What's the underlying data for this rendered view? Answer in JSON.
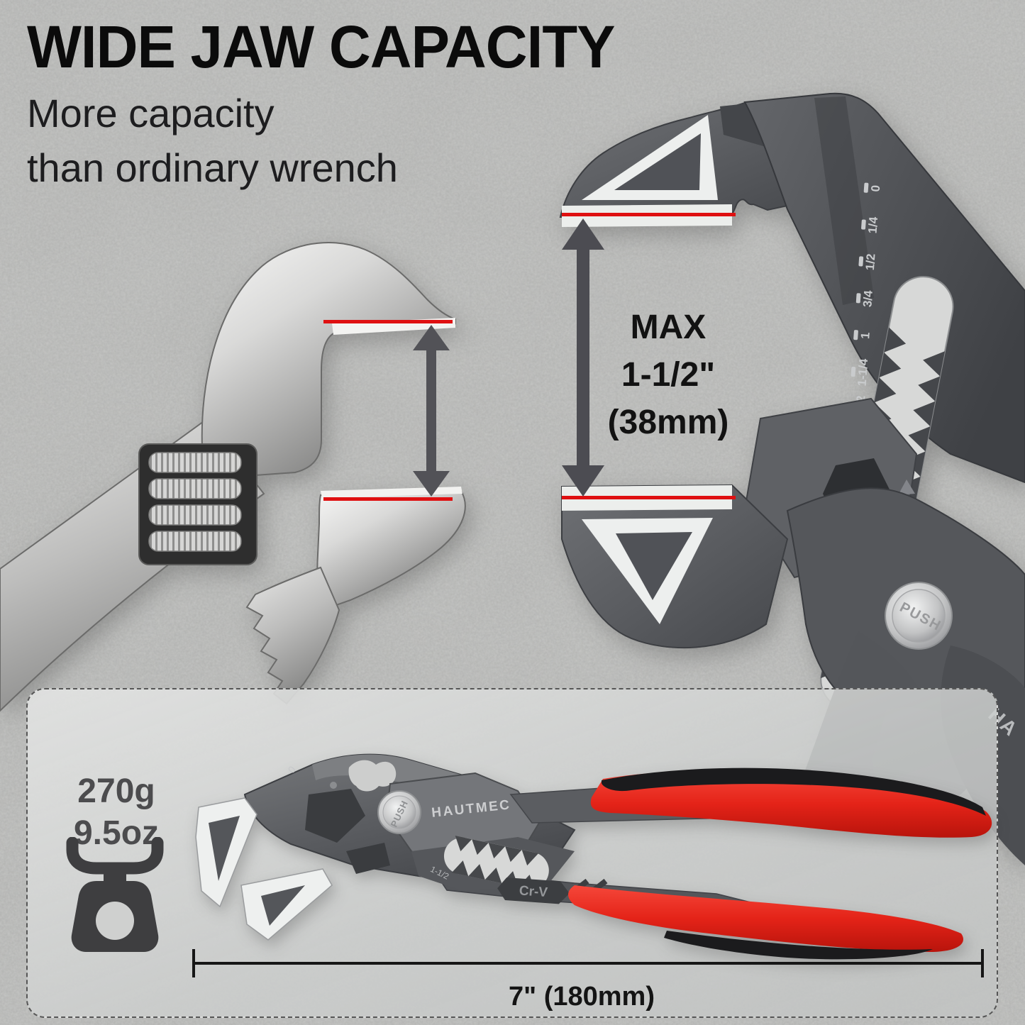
{
  "header": {
    "title": "WIDE JAW CAPACITY",
    "subtitle_line1": "More capacity",
    "subtitle_line2": "than ordinary wrench"
  },
  "comparison": {
    "max_label_line1": "MAX",
    "max_label_line2": "1-1/2\"",
    "max_label_line3": "(38mm)"
  },
  "spec_panel": {
    "weight_grams": "270g",
    "weight_ounces": "9.5oz",
    "length_label": "7\" (180mm)"
  },
  "tool_markings": {
    "brand": "HAUTMEC",
    "brand_partial": "HA",
    "steel_grade": "Cr-V",
    "push_button": "PUSH",
    "jaw_scale": [
      "0",
      "1/4",
      "1/2",
      "3/4",
      "1",
      "1-1/4",
      "1-1/2"
    ],
    "product_scale_zero": "0",
    "product_scale_max": "1-1/2",
    "carrier_digit": "2"
  },
  "colors": {
    "measure_line_red": "#df1011",
    "handle_red": "#e42318",
    "arrow_gray": "#515157",
    "tool_gray": "#55575b",
    "chrome_gray": "#c9c9c8",
    "background_gray": "#b8b9b7",
    "panel_gray": "#d3d4d3",
    "text_dark": "#101010"
  }
}
